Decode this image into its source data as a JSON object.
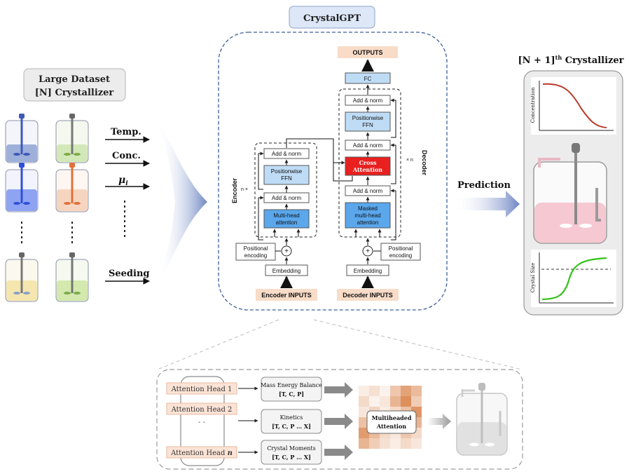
{
  "title": "CrystalGPT",
  "dataset": {
    "line1": "Large Dataset",
    "line2": "[N] Crystallizer"
  },
  "features": {
    "temp": "Temp.",
    "conc": "Conc.",
    "mu": "μ",
    "mu_sub": "i",
    "seeding": "Seeding"
  },
  "prediction_label": "Prediction",
  "output_panel": {
    "title_pre": "[N + 1]",
    "title_sup": "th",
    "title_post": " Crystallizer",
    "conc_axis": "Concentration",
    "size_axis": "Crystal Size"
  },
  "transformer": {
    "outputs": "OUTPUTS",
    "fc": "FC",
    "dec_addnorm_top": "Add & norm",
    "dec_ffn_1": "Positionwise",
    "dec_ffn_2": "FFN",
    "dec_addnorm_mid": "Add & norm",
    "cross_1": "Cross",
    "cross_2": "Attention",
    "dec_addnorm_low": "Add & norm",
    "masked_1": "Masked",
    "masked_2": "multi-head",
    "masked_3": "attention",
    "enc_addnorm_top": "Add & norm",
    "enc_ffn_1": "Positionwise",
    "enc_ffn_2": "FFN",
    "enc_addnorm_low": "Add & norm",
    "mha_1": "Multi-head",
    "mha_2": "attention",
    "pos_enc_left_1": "Positional",
    "pos_enc_left_2": "encoding",
    "pos_enc_right_1": "Positional",
    "pos_enc_right_2": "encoding",
    "enc_embedding": "Embedding",
    "dec_embedding": "Embedding",
    "enc_inputs": "Encoder INPUTS",
    "dec_inputs": "Decoder INPUTS",
    "encoder_label": "Encoder",
    "decoder_label": "Decoder",
    "enc_n": "n ×",
    "dec_n": "× n",
    "plus": "+"
  },
  "attention_detail": {
    "head1": "Attention Head 1",
    "head2": "Attention Head 2",
    "dots": "- -",
    "headn_pre": "Attention Head ",
    "headn_n": "n",
    "mass_1": "Mass Energy Balance",
    "mass_2": "[T, C, P]",
    "kin_1": "Kinetics",
    "kin_2": "[T, C, P … X]",
    "mom_1": "Crystal Moments",
    "mom_2": "[T, C, P … X]",
    "multi_1": "Multiheaded",
    "multi_2": "Attention"
  },
  "colors": {
    "blue_block": "#5aa7ec",
    "light_blue_block": "#bfdcf6",
    "cross_attention": "#e8201f",
    "io_fill": "#f8dcc8",
    "heatmap": "#d9834a",
    "crystallizer_pink": "#f6c8d1",
    "conc_curve": "#b93a2a",
    "size_curve": "#33c21a"
  }
}
